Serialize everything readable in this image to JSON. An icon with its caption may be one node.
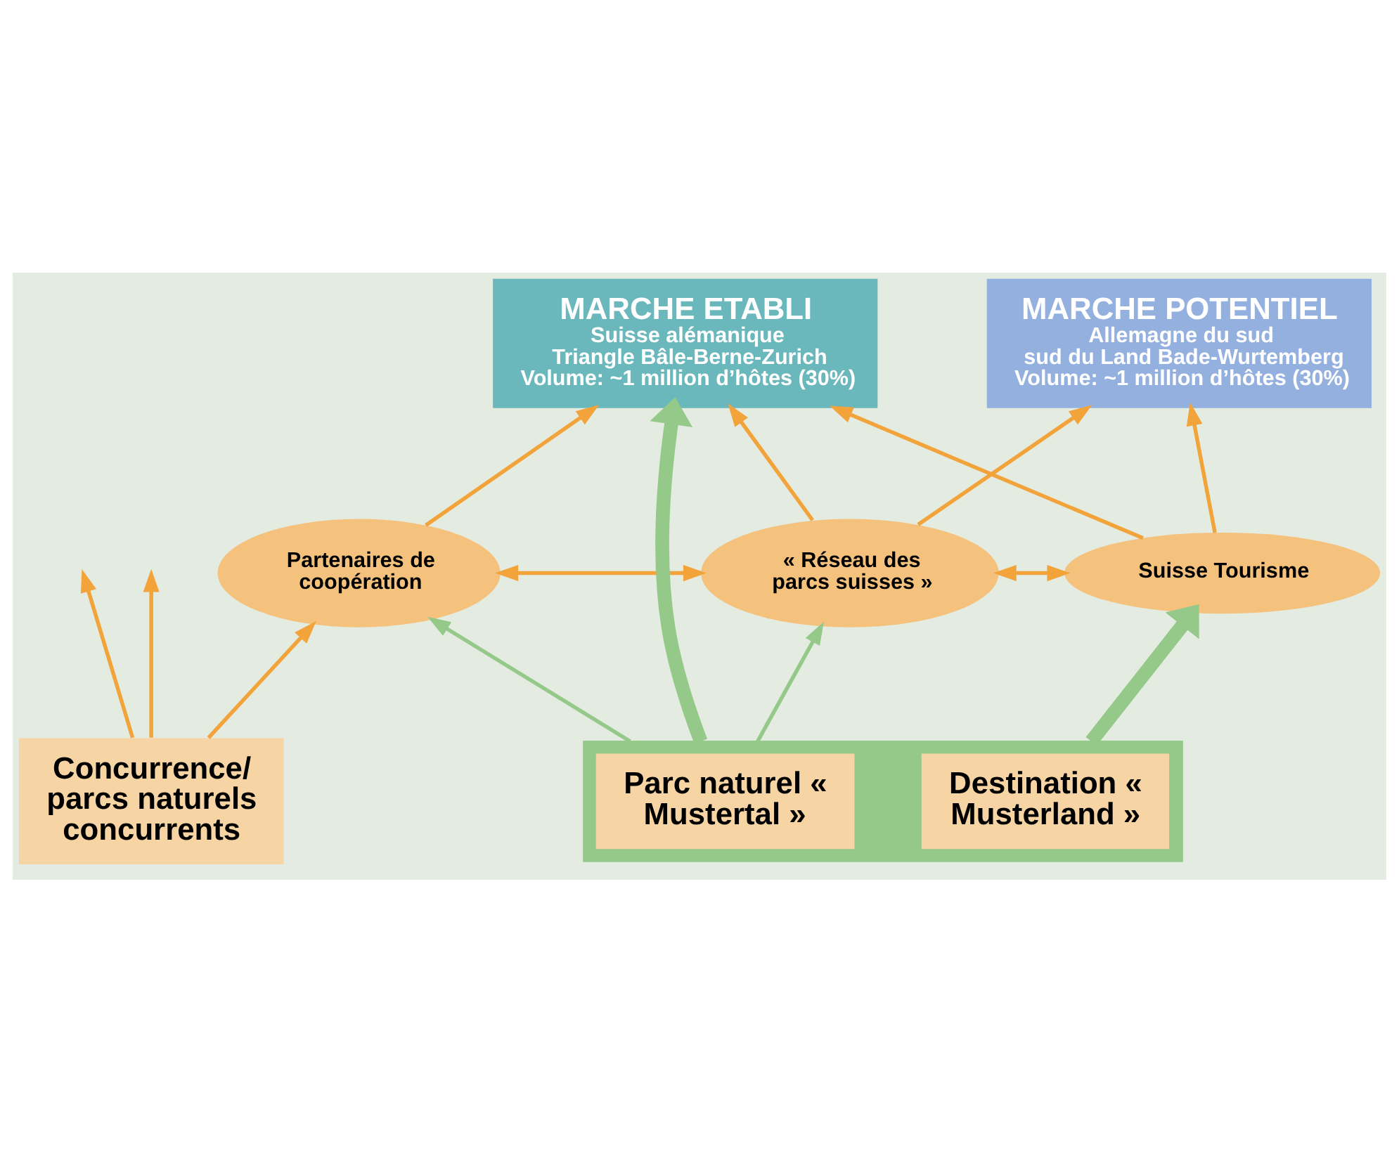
{
  "diagram": {
    "nodes": [
      {
        "text": [
          "MARCHE ETABLI",
          "Suisse alémanique",
          "Triangle Bâle-Berne-Zurich",
          "Volume: ~1 million d’hôtes (30%)"
        ]
      },
      {
        "text": [
          "MARCHE POTENTIEL",
          "Allemagne du sud",
          "sud du Land Bade-Wurtemberg",
          "Volume: ~1 million d’hôtes (30%)"
        ]
      },
      {
        "text": [
          "Partenaires de coopération"
        ]
      },
      {
        "text": [
          "« Réseau des parcs suisses »"
        ]
      },
      {
        "text": [
          "Suisse Tourisme"
        ]
      },
      {
        "text": [
          "Concurrence/ parcs naturels concurrents"
        ]
      },
      {
        "text": [],
        "shape": "box"
      },
      {
        "text": [
          "Parc naturel « Mustertal »"
        ],
        "in": 6
      },
      {
        "text": [
          "Destination « Musterland »"
        ],
        "in": 6
      }
    ],
    "edges": [
      {
        "from": 2,
        "to": 0,
        "arrow": "to"
      },
      {
        "from": 3,
        "to": 0,
        "arrow": "to"
      },
      {
        "from": 4,
        "to": 0,
        "arrow": "to"
      },
      {
        "from": 3,
        "to": 1,
        "arrow": "to"
      },
      {
        "from": 4,
        "to": 1,
        "arrow": "to"
      },
      {
        "from": 2,
        "to": 3,
        "arrow": "both"
      },
      {
        "from": 3,
        "to": 4,
        "arrow": "both"
      },
      {
        "from": 5,
        "to": 2,
        "arrow": "to"
      },
      {
        "from": 5,
        "to": null,
        "arrow": "to"
      },
      {
        "from": 5,
        "to": null,
        "arrow": "to"
      },
      {
        "from": 6,
        "to": 2,
        "arrow": "to",
        "color": "#94c98a"
      },
      {
        "from": 6,
        "to": 0,
        "arrow": "to",
        "style": "thick",
        "color": "#94c98a"
      },
      {
        "from": 6,
        "to": 3,
        "arrow": "to",
        "color": "#94c98a"
      },
      {
        "from": 6,
        "to": 4,
        "arrow": "to",
        "style": "thick",
        "color": "#94c98a"
      }
    ]
  }
}
